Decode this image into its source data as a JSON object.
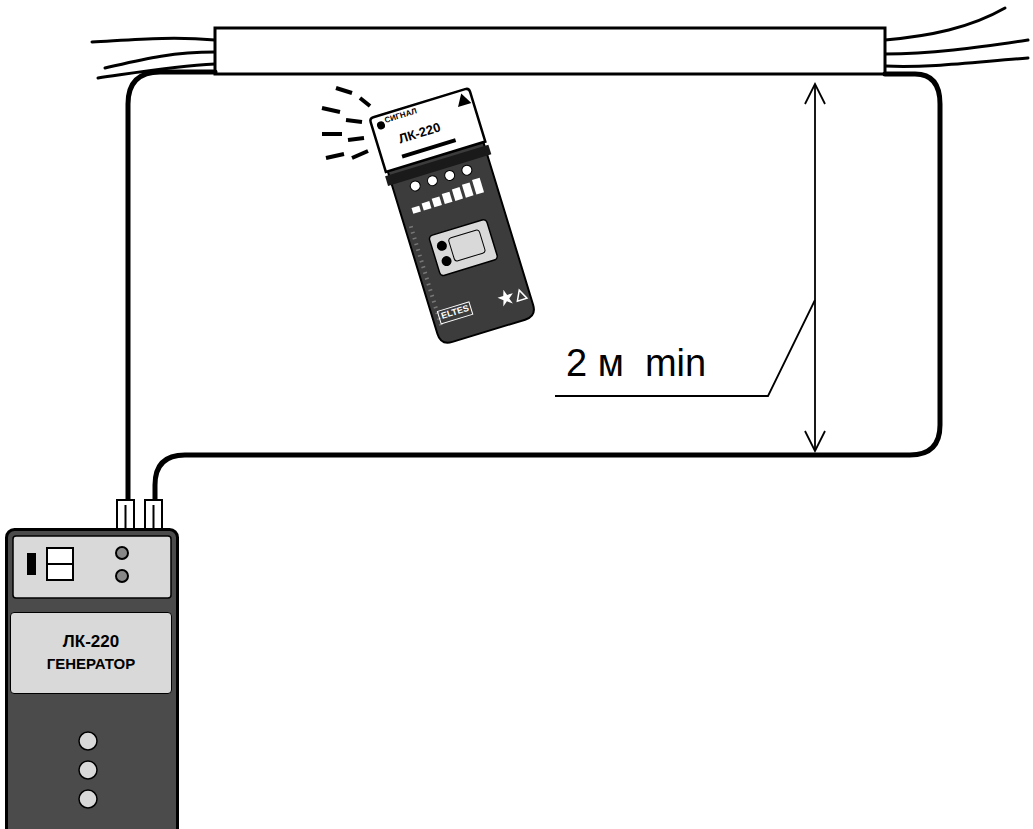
{
  "diagram": {
    "nodes": [
      {
        "text": [
          "ЛК-220",
          "ГЕНЕРАТОР"
        ]
      },
      {
        "text": [
          "СИГНАЛ",
          "ЛК-220",
          "ELTES"
        ]
      }
    ],
    "labels": [
      "2 м  min"
    ]
  }
}
